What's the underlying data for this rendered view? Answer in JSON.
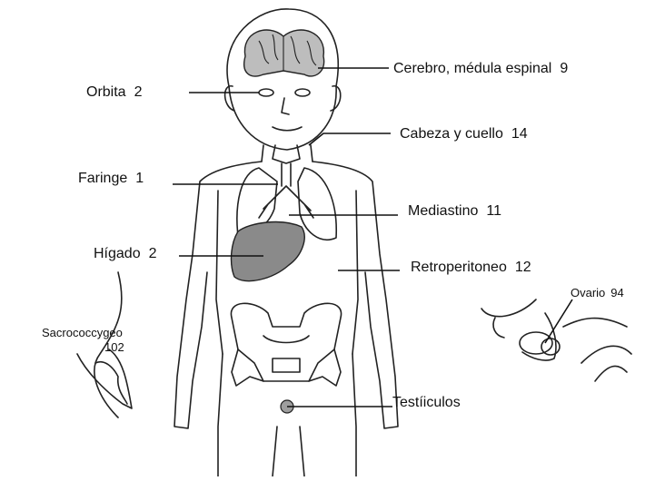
{
  "labels": {
    "cerebro": {
      "name": "Cerebro, médula espinal",
      "count": "9"
    },
    "orbita": {
      "name": "Orbita",
      "count": "2"
    },
    "cabeza": {
      "name": "Cabeza y cuello",
      "count": "14"
    },
    "faringe": {
      "name": "Faringe",
      "count": "1"
    },
    "mediastino": {
      "name": "Mediastino",
      "count": "11"
    },
    "higado": {
      "name": "Hígado",
      "count": "2"
    },
    "retro": {
      "name": "Retroperitoneo",
      "count": "12"
    },
    "ovario": {
      "name": "Ovario",
      "count": "94"
    },
    "sacro": {
      "name": "Sacrococcygeo",
      "count": "102"
    },
    "testiculos": {
      "name": "Testíiculos",
      "count": ""
    }
  }
}
